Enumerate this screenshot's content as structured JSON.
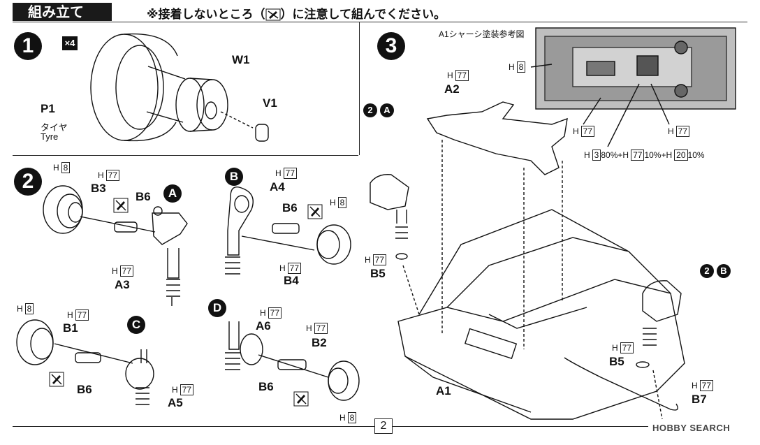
{
  "header": {
    "title": "組み立て",
    "notice_before": "※接着しないところ（",
    "notice_after": "）に注意して組んでください。"
  },
  "step1": {
    "number": "1",
    "quantity": "×4",
    "parts": {
      "w1": "W1",
      "v1": "V1",
      "p1": "P1"
    },
    "tyre_ja": "タイヤ",
    "tyre_en": "Tyre"
  },
  "step2": {
    "number": "2",
    "sub_a": {
      "letter": "A",
      "b3": "B3",
      "b6": "B6",
      "a3": "A3",
      "paint_b3": "8",
      "paint_h77_top": "77",
      "paint_a3": "77"
    },
    "sub_b": {
      "letter": "B",
      "a4": "A4",
      "b6": "B6",
      "b4": "B4",
      "paint_a4": "77",
      "paint_b4_top": "8",
      "paint_b4": "77"
    },
    "sub_c": {
      "letter": "C",
      "b1": "B1",
      "b6": "B6",
      "a5": "A5",
      "paint_b1_left": "8",
      "paint_b1": "77",
      "paint_a5": "77"
    },
    "sub_d": {
      "letter": "D",
      "a6": "A6",
      "b2": "B2",
      "b6": "B6",
      "paint_a6": "77",
      "paint_b2": "77",
      "paint_b2_bottom": "8"
    }
  },
  "step3": {
    "number": "3",
    "chassis_ref": "A1シャーシ塗装参考図",
    "ref_2a_num": "2",
    "ref_2a_letter": "A",
    "ref_2b_num": "2",
    "ref_2b_letter": "B",
    "a2": "A2",
    "a1": "A1",
    "b5_left": "B5",
    "b5_right": "B5",
    "b7": "B7",
    "paint_a2": "77",
    "paint_b5_left": "77",
    "paint_b5_right": "77",
    "paint_b7": "77",
    "paint_ref_8": "8",
    "paint_ref_77_left": "77",
    "paint_ref_77_right": "77",
    "mix": {
      "h3": "3",
      "p1": "80%",
      "h77": "77",
      "p2": "10%",
      "h20": "20",
      "p3": "10%"
    }
  },
  "paint_prefix": "H",
  "mix_plus": "+",
  "page_number": "2",
  "watermark": "HOBBY SEARCH"
}
